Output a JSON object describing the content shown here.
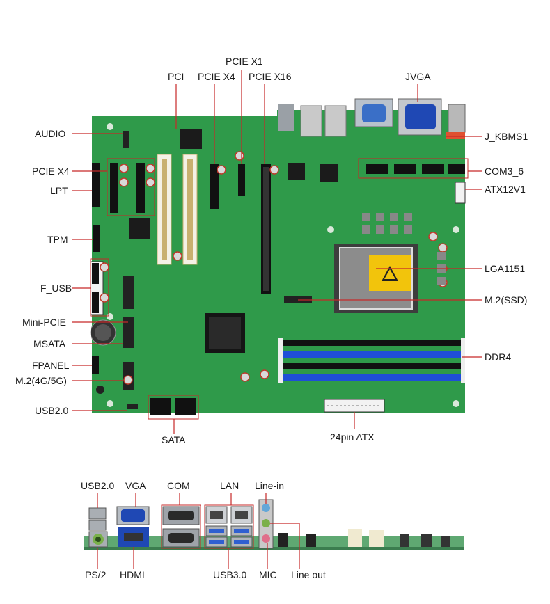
{
  "motherboard": {
    "labels": {
      "pcie_x1": "PCIE X1",
      "pci": "PCI",
      "pcie_x4_top": "PCIE X4",
      "pcie_x16": "PCIE X16",
      "jvga": "JVGA",
      "audio": "AUDIO",
      "j_kbms1": "J_KBMS1",
      "pcie_x4_left": "PCIE X4",
      "com3_6": "COM3_6",
      "lpt": "LPT",
      "atx12v1": "ATX12V1",
      "tpm": "TPM",
      "lga1151": "LGA1151",
      "f_usb": "F_USB",
      "m2_ssd": "M.2(SSD)",
      "mini_pcie": "Mini-PCIE",
      "msata": "MSATA",
      "ddr4": "DDR4",
      "fpanel": "FPANEL",
      "m2_4g5g": "M.2(4G/5G)",
      "usb20": "USB2.0",
      "sata": "SATA",
      "atx24": "24pin ATX"
    },
    "colors": {
      "pcb": "#2f9a4a",
      "dimm": "#1f4fd8",
      "slot_black": "#111111",
      "pci_white": "#f4f1e6",
      "callout_red": "#c62828"
    }
  },
  "io_panel": {
    "labels": {
      "usb20": "USB2.0",
      "vga": "VGA",
      "com": "COM",
      "lan": "LAN",
      "line_in": "Line-in",
      "ps2": "PS/2",
      "hdmi": "HDMI",
      "usb30": "USB3.0",
      "mic": "MIC",
      "line_out": "Line out"
    }
  }
}
